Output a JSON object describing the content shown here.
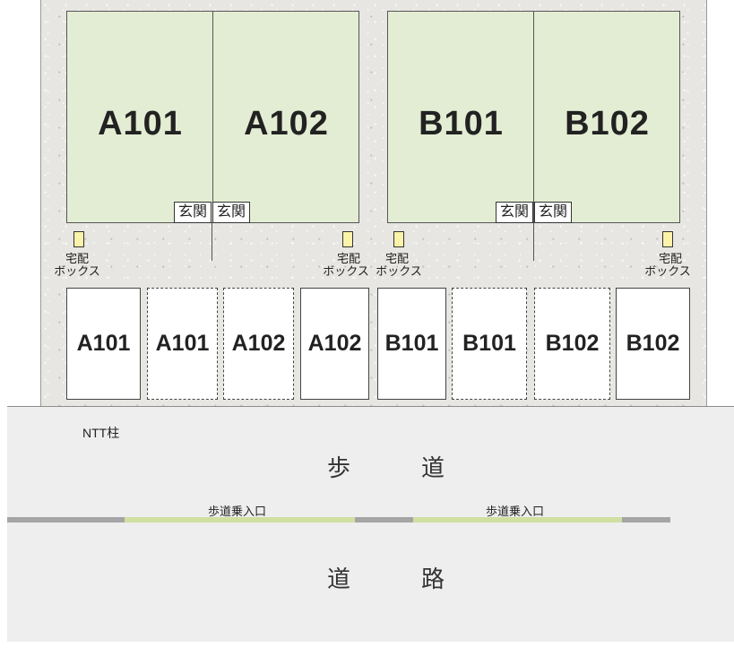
{
  "buildings": [
    {
      "units": [
        "A101",
        "A102"
      ],
      "genkan": [
        "玄関",
        "玄関"
      ]
    },
    {
      "units": [
        "B101",
        "B102"
      ],
      "genkan": [
        "玄関",
        "玄関"
      ]
    }
  ],
  "delivery_box": {
    "line1": "宅配",
    "line2": "ボックス"
  },
  "parking": [
    "A101",
    "A101",
    "A102",
    "A102",
    "B101",
    "B101",
    "B102",
    "B102"
  ],
  "ntt_pole": "NTT柱",
  "sidewalk": {
    "char1": "歩",
    "char2": "道"
  },
  "road": {
    "char1": "道",
    "char2": "路"
  },
  "entrance_label": "歩道乗入口",
  "colors": {
    "building_fill": "#e3edd3",
    "curb_grey": "#a5a5a5",
    "curb_green": "#cfe0a2",
    "delivery_box_fill": "#fbf3a9",
    "lot_ground": "#e7e6e2"
  }
}
